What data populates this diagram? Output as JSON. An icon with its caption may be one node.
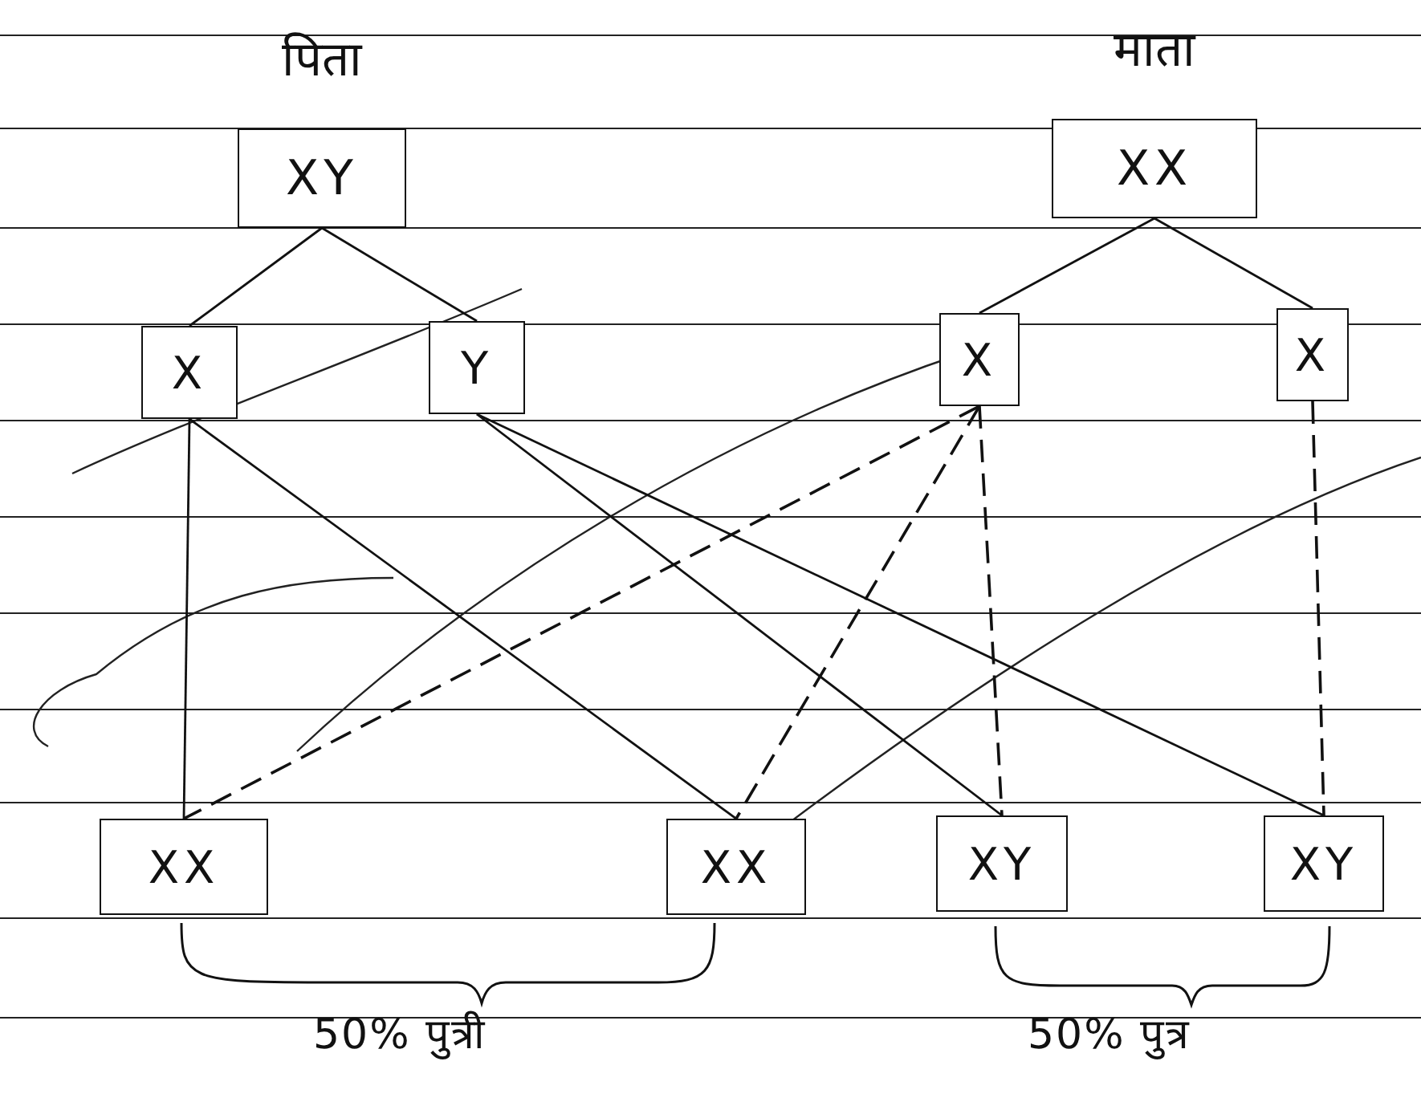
{
  "diagram": {
    "nodes": [
      {
        "text": [
          "पिता",
          "XY"
        ]
      },
      {
        "text": [
          "माता",
          "XX"
        ]
      },
      {
        "text": [
          "X"
        ]
      },
      {
        "text": [
          "Y"
        ]
      },
      {
        "text": [
          "X"
        ]
      },
      {
        "text": [
          "X"
        ]
      },
      {
        "text": [
          "XX"
        ]
      },
      {
        "text": [
          "XX"
        ]
      },
      {
        "text": [
          "XY"
        ]
      },
      {
        "text": [
          "XY"
        ]
      }
    ],
    "edges": [
      {
        "from": 0,
        "to": 2,
        "arrow": "none"
      },
      {
        "from": 0,
        "to": 3,
        "arrow": "none"
      },
      {
        "from": 1,
        "to": 4,
        "arrow": "none"
      },
      {
        "from": 1,
        "to": 5,
        "arrow": "none"
      },
      {
        "from": 2,
        "to": 6,
        "arrow": "none"
      },
      {
        "from": 2,
        "to": 7,
        "arrow": "none"
      },
      {
        "from": 3,
        "to": 8,
        "arrow": "none"
      },
      {
        "from": 3,
        "to": 9,
        "arrow": "none"
      },
      {
        "from": 4,
        "to": 6,
        "arrow": "none",
        "style": "dashed"
      },
      {
        "from": 4,
        "to": 7,
        "arrow": "none",
        "style": "dashed"
      },
      {
        "from": 4,
        "to": 8,
        "arrow": "none",
        "style": "dashed"
      },
      {
        "from": 5,
        "to": 9,
        "arrow": "none",
        "style": "dashed"
      }
    ],
    "labels": [
      "50% पुत्री",
      "50% पुत्र"
    ]
  }
}
